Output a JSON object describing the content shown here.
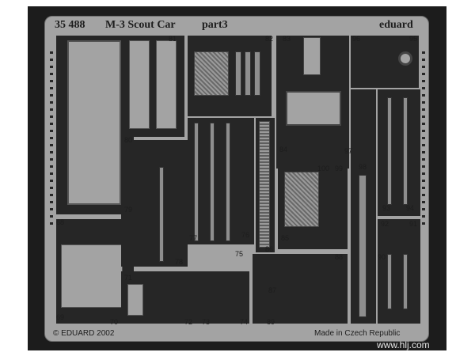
{
  "header": {
    "catalog_number": "35 488",
    "title": "M-3 Scout Car",
    "part": "part3",
    "brand": "eduard"
  },
  "footer": {
    "copyright": "© EDUARD 2002",
    "origin": "Made in Czech Republic",
    "watermark_url": "www.hlj.com"
  },
  "part_numbers": [
    "68",
    "69",
    "70",
    "71",
    "72",
    "73",
    "74",
    "75",
    "76",
    "77",
    "78",
    "79",
    "80",
    "81",
    "82",
    "83",
    "84",
    "85",
    "86",
    "87",
    "88",
    "89",
    "90",
    "91",
    "92",
    "93",
    "94",
    "95",
    "96",
    "97",
    "98",
    "99",
    "100"
  ],
  "colors": {
    "frame": "#1c1c1c",
    "fret": "#a3a3a3",
    "cut": "#262626"
  }
}
